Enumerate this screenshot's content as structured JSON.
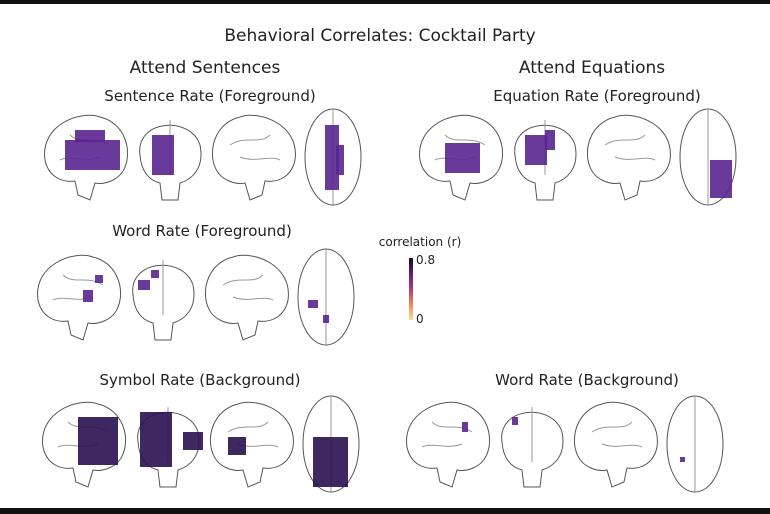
{
  "title": "Behavioral Correlates: Cocktail Party",
  "columns": [
    "Attend Sentences",
    "Attend Equations"
  ],
  "panels": [
    {
      "label": "Sentence Rate (Foreground)"
    },
    {
      "label": "Equation Rate (Foreground)"
    },
    {
      "label": "Word Rate (Foreground)"
    },
    {
      "label": "Symbol Rate (Background)"
    },
    {
      "label": "Word Rate (Background)"
    }
  ],
  "colorbar": {
    "label": "correlation (r)",
    "max": "0.8",
    "min": "0",
    "colors": [
      "#0d0829",
      "#5b1f82",
      "#b5367a",
      "#f08a5a",
      "#fcdca0"
    ]
  }
}
